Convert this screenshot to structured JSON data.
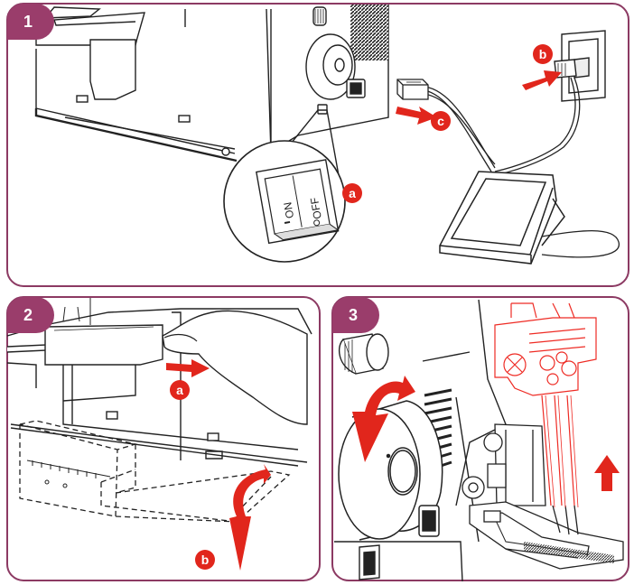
{
  "colors": {
    "panel_border": "#8c3a63",
    "badge": "#9a3d6b",
    "accent_red": "#e1261c",
    "line": "#222222",
    "ghost_red": "#ee2b24"
  },
  "panels": [
    {
      "step": "1",
      "callouts": [
        "a",
        "b",
        "c"
      ],
      "switch": {
        "on": "ON",
        "off": "OFF"
      }
    },
    {
      "step": "2",
      "callouts": [
        "a",
        "b"
      ]
    },
    {
      "step": "3",
      "callouts": []
    }
  ]
}
